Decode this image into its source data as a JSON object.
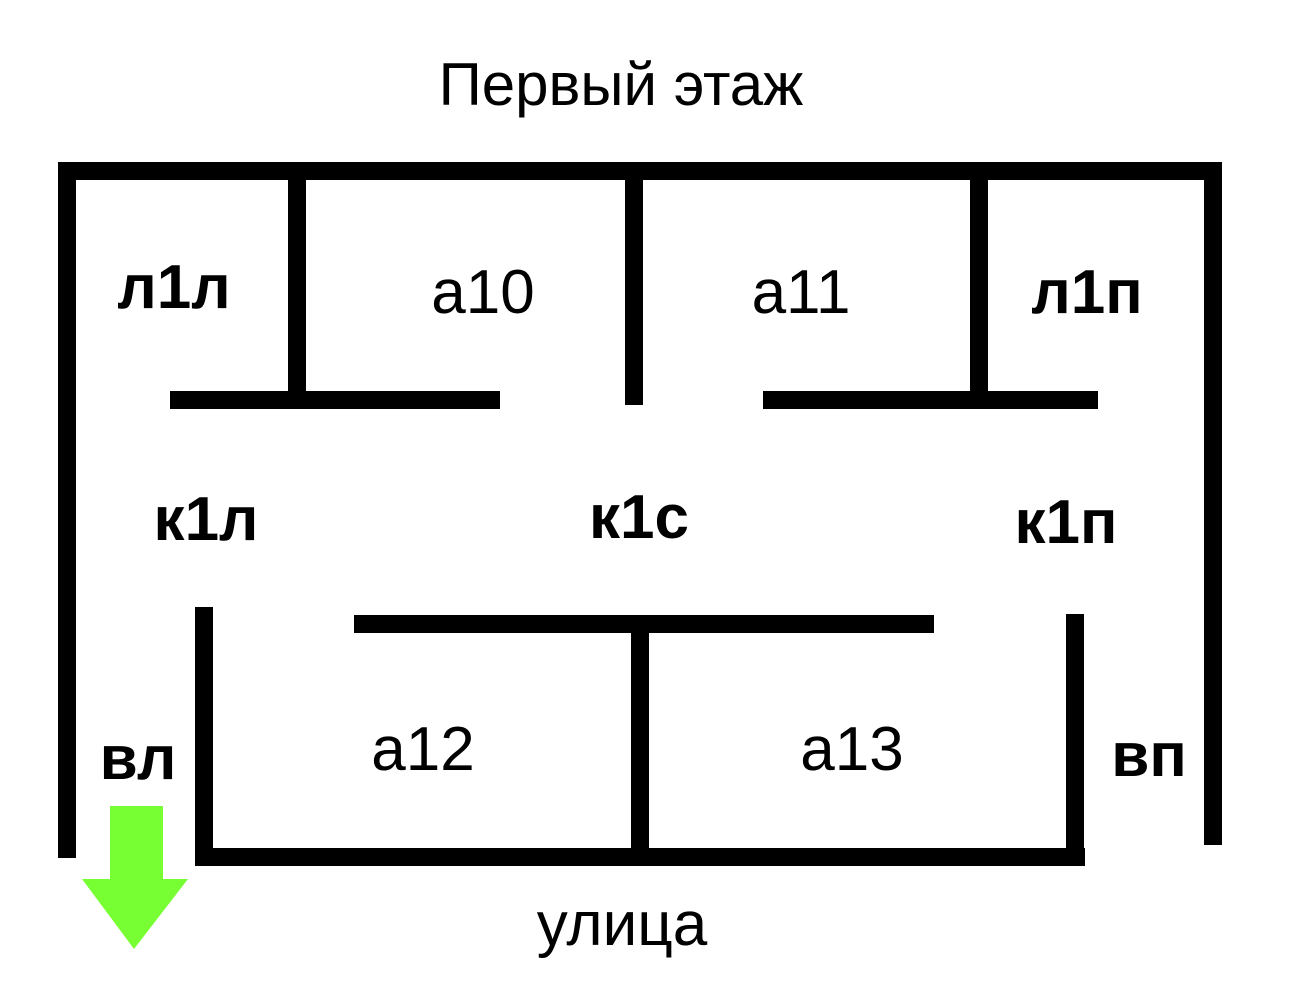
{
  "title": "Первый этаж",
  "rooms": {
    "l1l": "л1л",
    "a10": "а10",
    "a11": "а11",
    "l1p": "л1п",
    "k1l": "к1л",
    "k1s": "к1с",
    "k1p": "к1п",
    "vl": "вл",
    "a12": "а12",
    "a13": "а13",
    "vp": "вп"
  },
  "street": "улица",
  "colors": {
    "wall": "#000000",
    "exit_arrow": "#77ff33"
  },
  "icons": {
    "exit": "arrow-down-icon"
  }
}
